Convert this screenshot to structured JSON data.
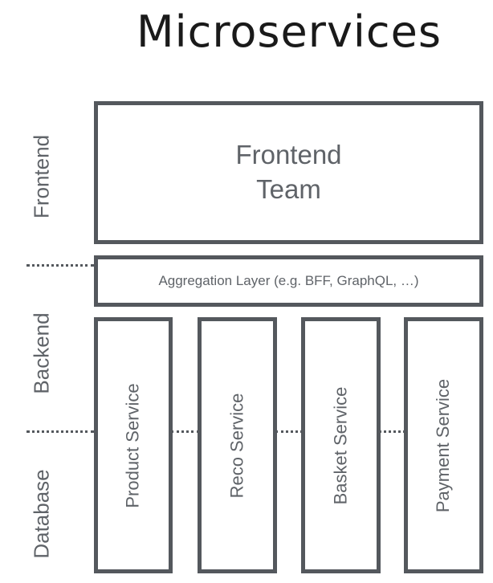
{
  "title": "Microservices",
  "layers": {
    "frontend": "Frontend",
    "backend": "Backend",
    "database": "Database"
  },
  "frontend_box": {
    "line1": "Frontend",
    "line2": "Team"
  },
  "aggregation_box": "Aggregation Layer (e.g. BFF, GraphQL, …)",
  "services": [
    "Product Service",
    "Reco Service",
    "Basket Service",
    "Payment Service"
  ],
  "colors": {
    "border": "#54585d",
    "text": "#5f6368"
  }
}
